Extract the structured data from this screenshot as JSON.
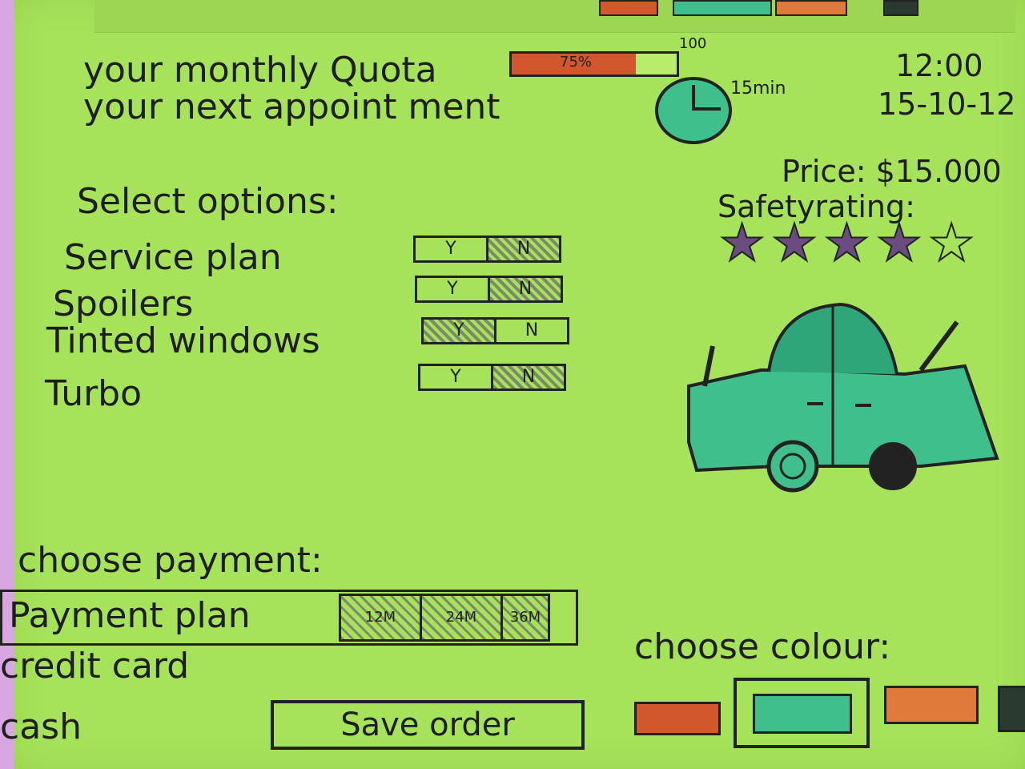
{
  "header": {
    "quota_label": "your monthly Quota",
    "quota_value": "75%",
    "quota_progress_pct": 75,
    "quota_max": "100",
    "appointment_label": "your next appoint ment",
    "appointment_time": "15min",
    "time": "12:00",
    "date": "15-10-12"
  },
  "options": {
    "title": "Select options:",
    "items": [
      {
        "label": "Service plan",
        "yes": "Y",
        "no": "N",
        "selected": "N"
      },
      {
        "label": "Spoilers",
        "yes": "Y",
        "no": "N",
        "selected": "N"
      },
      {
        "label": "Tinted windows",
        "yes": "Y",
        "no": "N",
        "selected": "Y"
      },
      {
        "label": "Turbo",
        "yes": "Y",
        "no": "N",
        "selected": "N"
      }
    ]
  },
  "product": {
    "price_label": "Price: $15.000",
    "safety_label": "Safetyrating:",
    "rating": 4,
    "rating_max": 5
  },
  "payment": {
    "title": "choose payment:",
    "methods": [
      "Payment plan",
      "credit card",
      "cash"
    ],
    "plan_options": [
      "12M",
      "24M",
      "36M"
    ]
  },
  "actions": {
    "save_label": "Save order"
  },
  "colour": {
    "title": "choose colour:",
    "swatches": [
      "#d2572c",
      "#3fbf8c",
      "#e07a3a",
      "#2a3a30"
    ],
    "selected_index": 1
  }
}
